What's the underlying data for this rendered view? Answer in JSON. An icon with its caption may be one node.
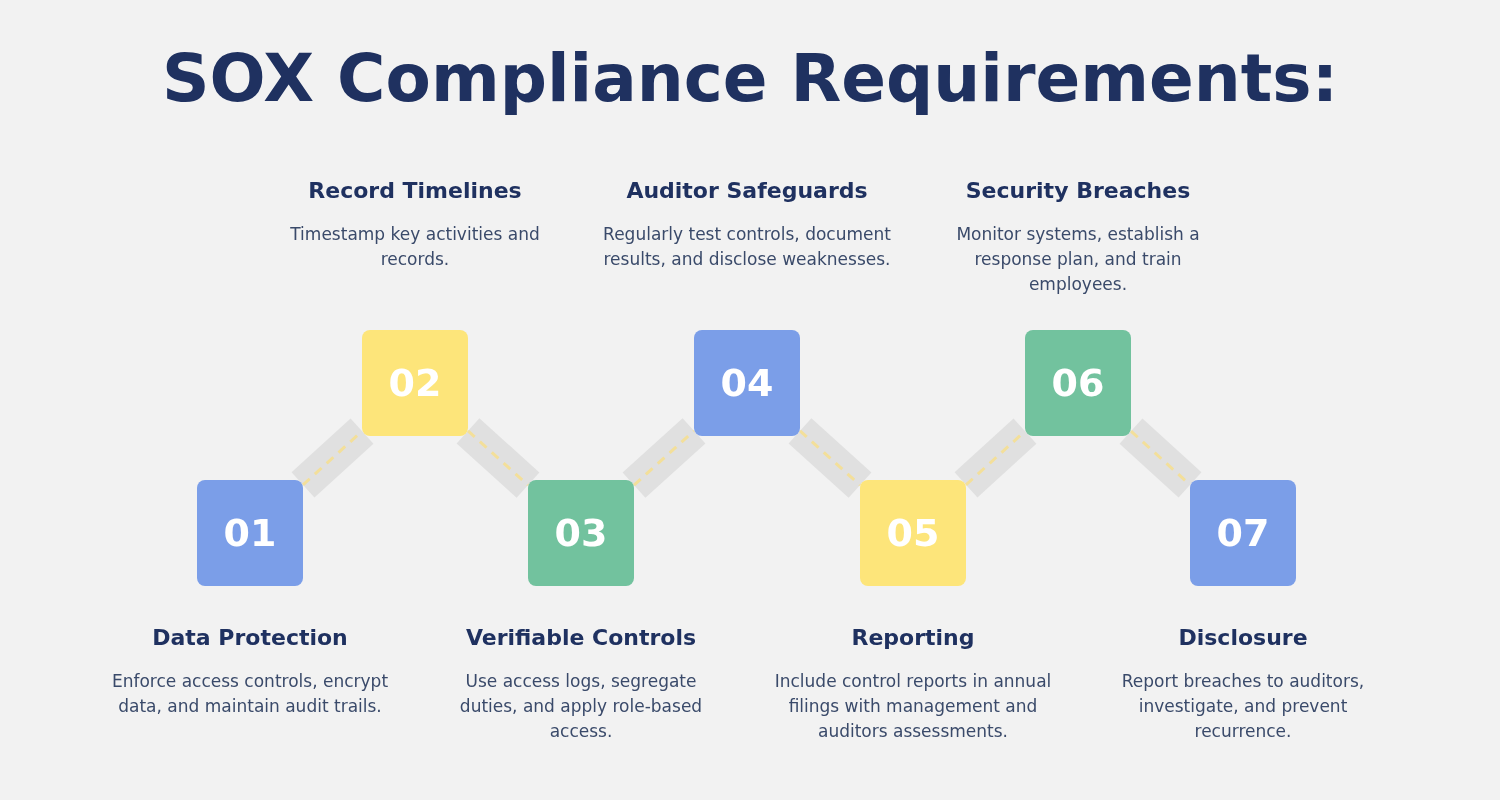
{
  "diagram": {
    "title": "SOX Compliance Requirements:",
    "nodes": [
      {
        "text": [
          "01"
        ],
        "beside": [
          "Data Protection",
          "Enforce access controls, encrypt data, and maintain audit trails."
        ]
      },
      {
        "text": [
          "02"
        ],
        "beside": [
          "Record Timelines",
          "Timestamp key activities and records."
        ]
      },
      {
        "text": [
          "03"
        ],
        "beside": [
          "Verifiable Controls",
          "Use access logs, segregate duties, and apply role-based access."
        ]
      },
      {
        "text": [
          "04"
        ],
        "beside": [
          "Auditor Safeguards",
          "Regularly test controls, document results, and disclose weaknesses."
        ]
      },
      {
        "text": [
          "05"
        ],
        "beside": [
          "Reporting",
          "Include control reports in annual filings with management and auditors assessments."
        ]
      },
      {
        "text": [
          "06"
        ],
        "beside": [
          "Security Breaches",
          "Monitor systems, establish a response plan, and train employees."
        ]
      },
      {
        "text": [
          "07"
        ],
        "beside": [
          "Disclosure",
          "Report breaches to auditors, investigate, and prevent recurrence."
        ]
      }
    ],
    "edges": [
      {
        "from": 0,
        "to": 1,
        "arrow": "none",
        "style": "dashed"
      },
      {
        "from": 1,
        "to": 2,
        "arrow": "none",
        "style": "dashed"
      },
      {
        "from": 2,
        "to": 3,
        "arrow": "none",
        "style": "dashed"
      },
      {
        "from": 3,
        "to": 4,
        "arrow": "none",
        "style": "dashed"
      },
      {
        "from": 4,
        "to": 5,
        "arrow": "none",
        "style": "dashed"
      },
      {
        "from": 5,
        "to": 6,
        "arrow": "none",
        "style": "dashed"
      }
    ]
  }
}
